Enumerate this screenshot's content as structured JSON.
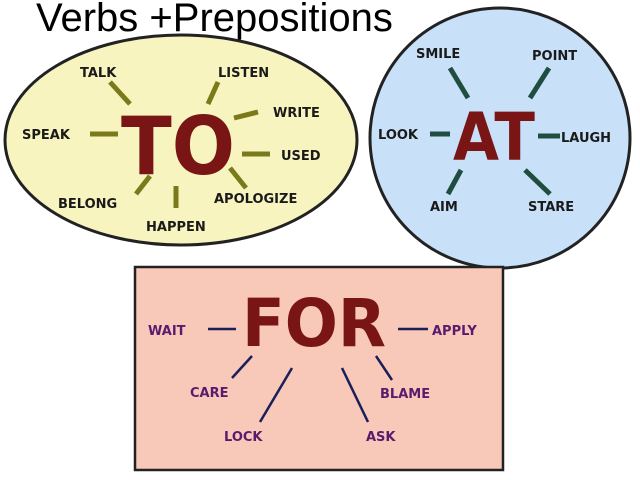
{
  "title": "Verbs +Prepositions",
  "colors": {
    "preposition": "#7a1515",
    "verb_text_to_at": "#1a1a1a",
    "verb_text_for": "#5a1a6e",
    "connector_to": "#7a7a1a",
    "connector_at": "#1f4d3f",
    "connector_for": "#1a1f5a",
    "to_fill": "#f8f4c0",
    "at_fill": "#c8e0f8",
    "for_fill": "#f8c8b8"
  },
  "groups": {
    "to": {
      "preposition": "TO",
      "verbs": [
        "TALK",
        "LISTEN",
        "WRITE",
        "USED",
        "APOLOGIZE",
        "HAPPEN",
        "BELONG",
        "SPEAK"
      ]
    },
    "at": {
      "preposition": "AT",
      "verbs": [
        "SMILE",
        "POINT",
        "LOOK",
        "LAUGH",
        "AIM",
        "STARE"
      ]
    },
    "for": {
      "preposition": "FOR",
      "verbs": [
        "WAIT",
        "APPLY",
        "CARE",
        "BLAME",
        "LOCK",
        "ASK"
      ]
    }
  }
}
